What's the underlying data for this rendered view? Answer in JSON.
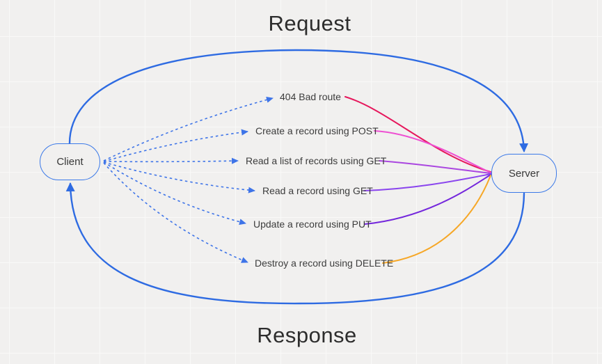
{
  "diagram": {
    "title_top": "Request",
    "title_bottom": "Response",
    "client_label": "Client",
    "server_label": "Server"
  },
  "routes": [
    {
      "label": "404 Bad route",
      "color": "#e6175c"
    },
    {
      "label": "Create a record using POST",
      "color": "#ee4fd2"
    },
    {
      "label": "Read a list of records using GET",
      "color": "#aa46e0"
    },
    {
      "label": "Read a record using GET",
      "color": "#8a45ee"
    },
    {
      "label": "Update a record using PUT",
      "color": "#7427dc"
    },
    {
      "label": "Destroy a record using DELETE",
      "color": "#f6a726"
    }
  ],
  "colors": {
    "flow_arc": "#2e6be2",
    "connector": "#3e74e8",
    "node_border": "#3b79e8",
    "background": "#f1f0ef"
  }
}
